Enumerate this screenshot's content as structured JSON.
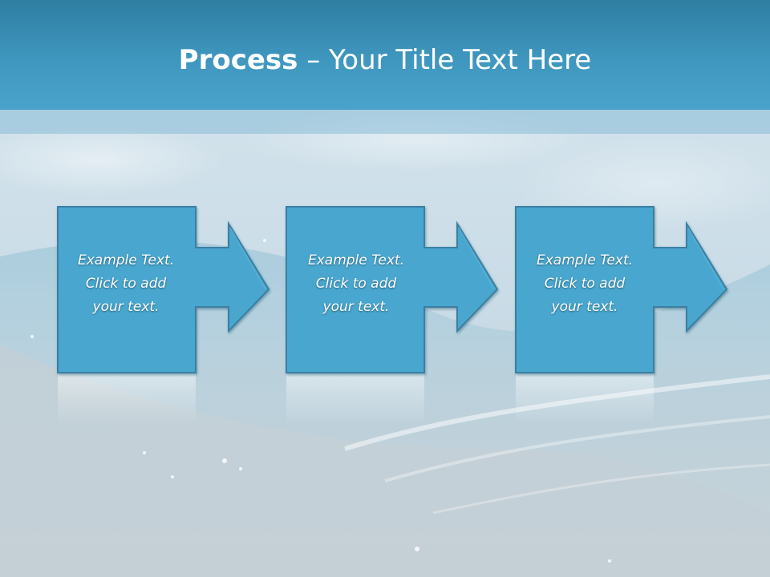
{
  "title": {
    "bold": "Process",
    "separator": " – ",
    "rest": "Your Title Text Here"
  },
  "steps": [
    {
      "lines": [
        "Example Text.",
        "Click  to add",
        "your text."
      ]
    },
    {
      "lines": [
        "Example Text.",
        "Click  to add",
        "your text."
      ]
    },
    {
      "lines": [
        "Example Text.",
        "Click  to add",
        "your text."
      ]
    }
  ],
  "colors": {
    "header": "#3f97bf",
    "box_fill": "#4aa7cf",
    "box_stroke": "#3a7fa3"
  },
  "icons": [
    "arrow-right-icon"
  ]
}
